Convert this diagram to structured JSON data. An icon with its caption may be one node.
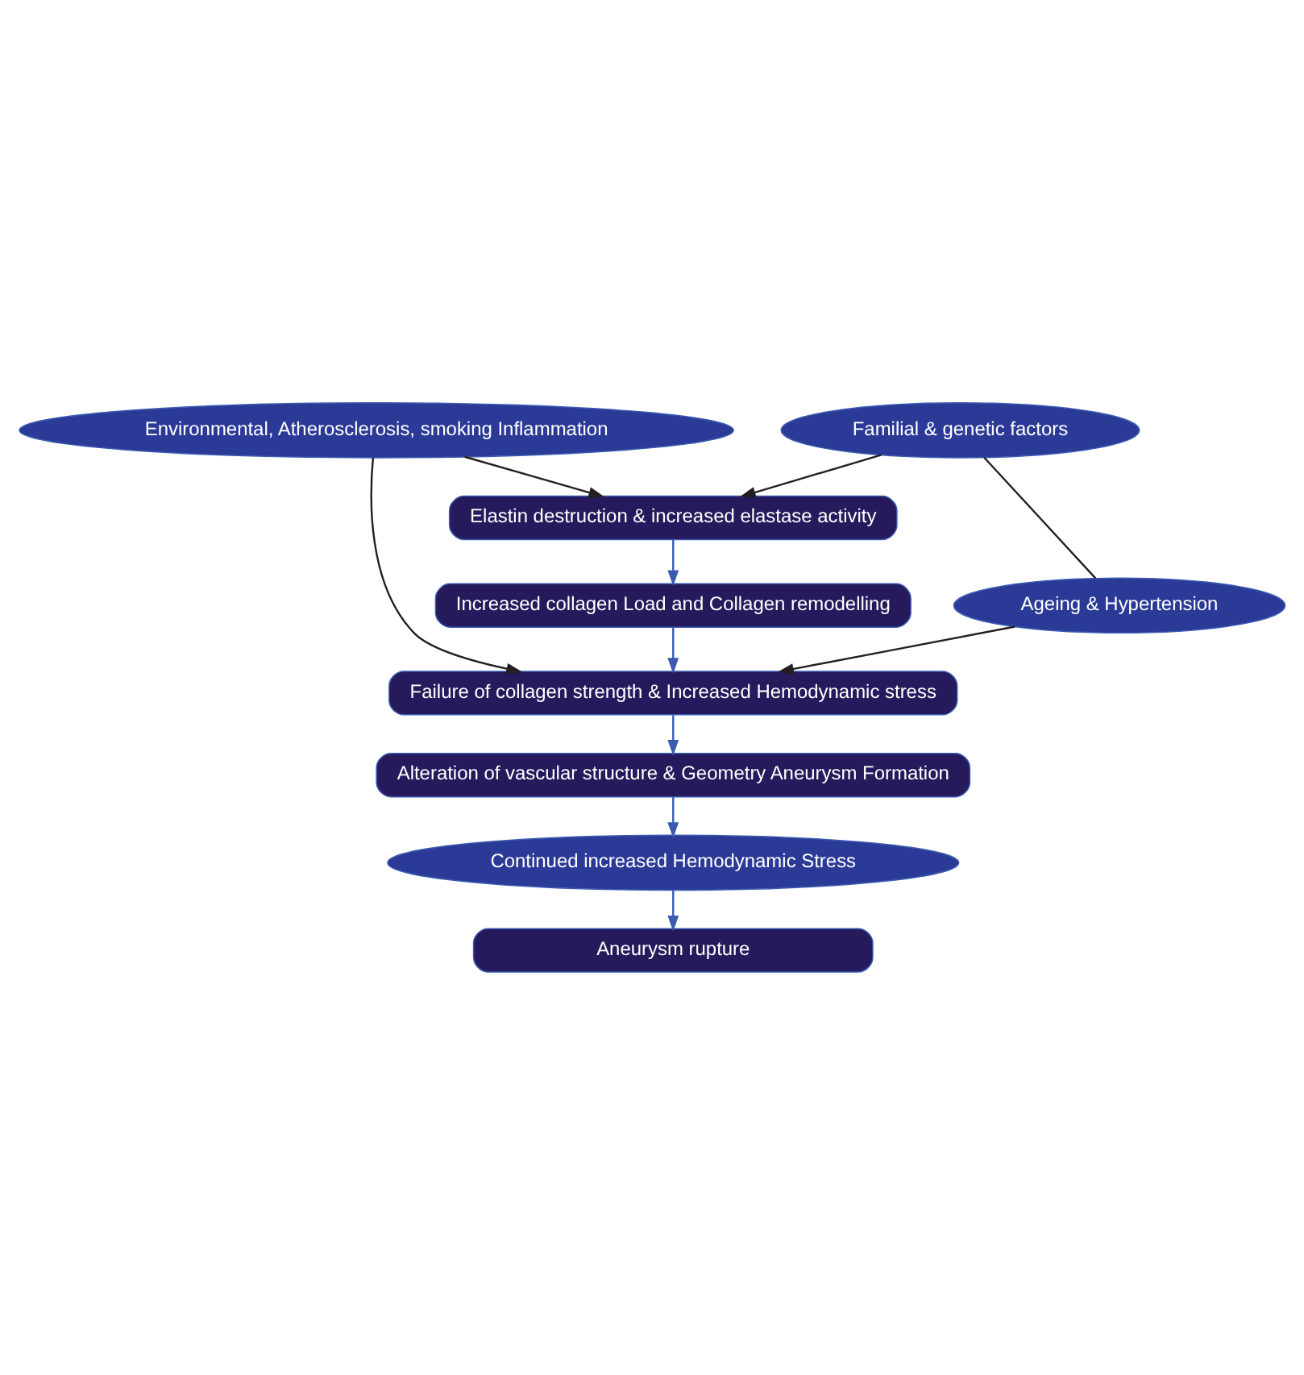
{
  "diagram": {
    "nodes": [
      {
        "text": [
          "Environmental, Atherosclerosis, smoking Inflammation"
        ]
      },
      {
        "text": [
          "Familial & genetic factors"
        ]
      },
      {
        "text": [
          "Ageing & Hypertension"
        ]
      },
      {
        "text": [
          "Elastin destruction & increased elastase activity"
        ]
      },
      {
        "text": [
          "Increased collagen Load and Collagen remodelling"
        ]
      },
      {
        "text": [
          "Failure of collagen strength & Increased Hemodynamic stress"
        ]
      },
      {
        "text": [
          "Alteration of vascular structure & Geometry Aneurysm Formation"
        ]
      },
      {
        "text": [
          "Continued increased Hemodynamic Stress"
        ]
      },
      {
        "text": [
          "Aneurysm rupture"
        ]
      }
    ],
    "edges": [
      {
        "from": 0,
        "to": 3,
        "arrow": "to",
        "color": "#231f20"
      },
      {
        "from": 1,
        "to": 3,
        "arrow": "to",
        "color": "#231f20"
      },
      {
        "from": 1,
        "to": 2,
        "arrow": "none",
        "color": "#231f20"
      },
      {
        "from": 0,
        "to": 5,
        "arrow": "to",
        "color": "#231f20"
      },
      {
        "from": 2,
        "to": 5,
        "arrow": "to",
        "color": "#231f20"
      },
      {
        "from": 3,
        "to": 4,
        "arrow": "to",
        "color": "#3a5bb0"
      },
      {
        "from": 4,
        "to": 5,
        "arrow": "to",
        "color": "#3a5bb0"
      },
      {
        "from": 5,
        "to": 6,
        "arrow": "to",
        "color": "#3a5bb0"
      },
      {
        "from": 6,
        "to": 7,
        "arrow": "to",
        "color": "#3a5bb0"
      },
      {
        "from": 7,
        "to": 8,
        "arrow": "to",
        "color": "#3a5bb0"
      }
    ]
  }
}
